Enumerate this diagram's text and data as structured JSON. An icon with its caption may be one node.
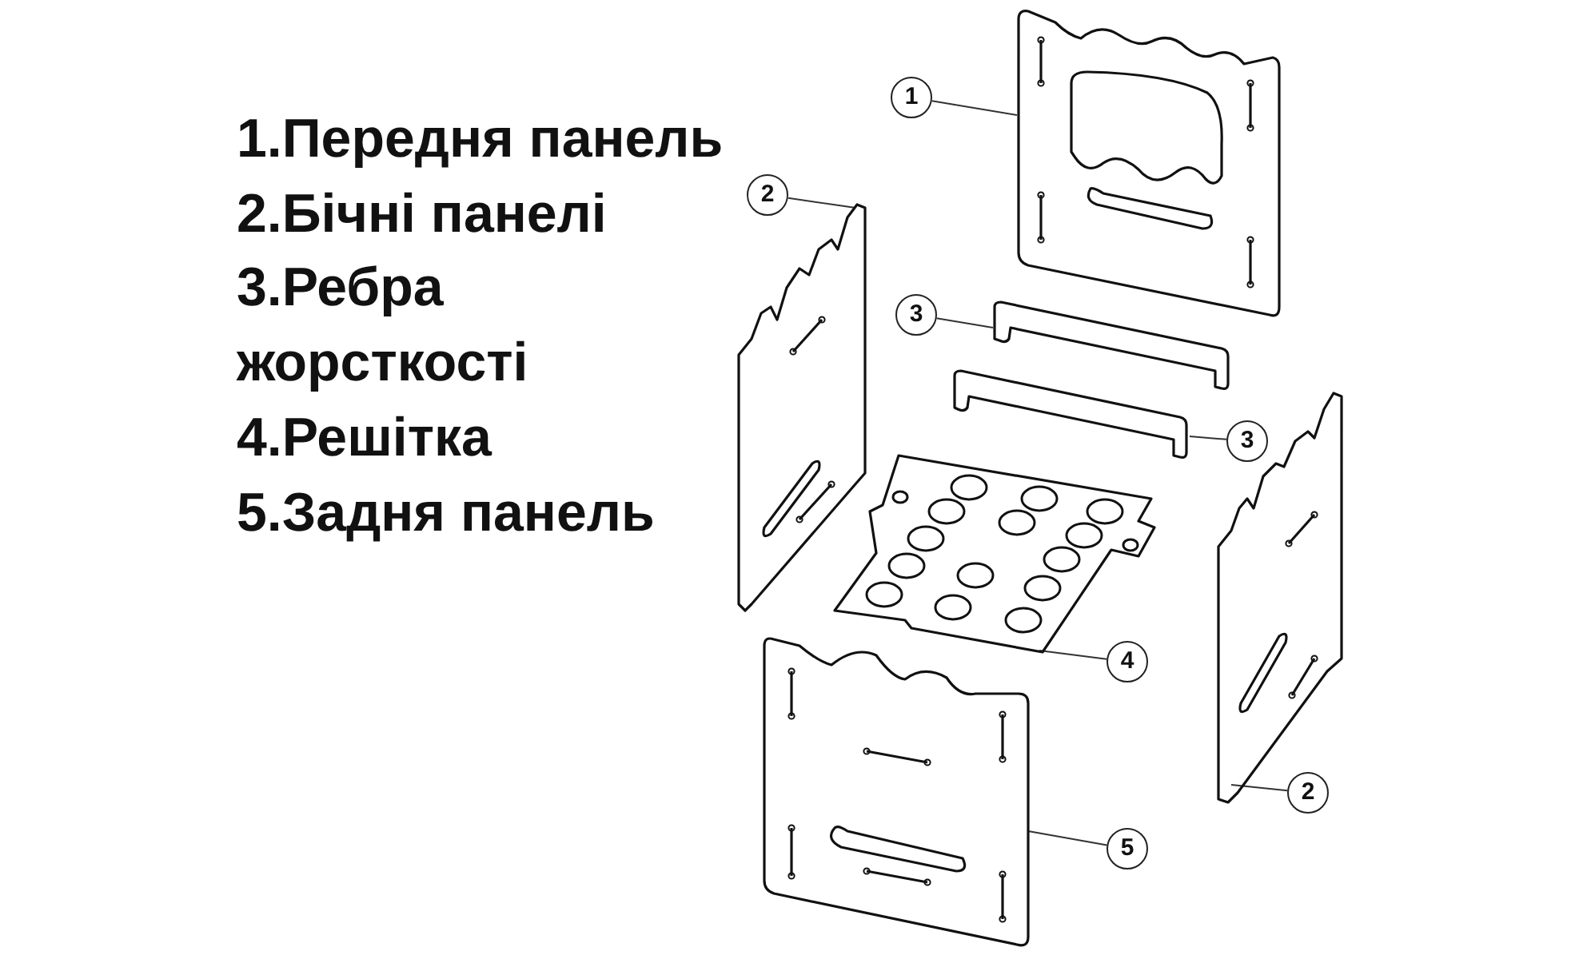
{
  "diagram": {
    "nodes": [
      {
        "text": [
          "1"
        ]
      },
      {
        "text": [],
        "shape": "picture"
      },
      {
        "text": [
          "2"
        ]
      },
      {
        "text": [],
        "shape": "picture"
      },
      {
        "text": [
          "3"
        ]
      },
      {
        "text": [],
        "shape": "picture"
      },
      {
        "text": [],
        "shape": "picture"
      },
      {
        "text": [
          "3"
        ]
      },
      {
        "text": [],
        "shape": "picture"
      },
      {
        "text": [],
        "shape": "picture"
      },
      {
        "text": [
          "4"
        ]
      },
      {
        "text": [],
        "shape": "picture"
      },
      {
        "text": [
          "2"
        ]
      },
      {
        "text": [
          "5"
        ]
      }
    ],
    "edges": [
      {
        "from": 0,
        "to": 1,
        "arrow": "none"
      },
      {
        "from": 2,
        "to": 3,
        "arrow": "none"
      },
      {
        "from": 4,
        "to": 5,
        "arrow": "none"
      },
      {
        "from": 7,
        "to": 6,
        "arrow": "none"
      },
      {
        "from": 10,
        "to": 8,
        "arrow": "none"
      },
      {
        "from": 12,
        "to": 9,
        "arrow": "none"
      },
      {
        "from": 13,
        "to": 11,
        "arrow": "none"
      }
    ],
    "labels": [
      "1.Передня панель",
      "2.Бічні панелі",
      "3.Ребра жорсткості",
      "4.Решітка",
      "5.Задня панель"
    ]
  }
}
